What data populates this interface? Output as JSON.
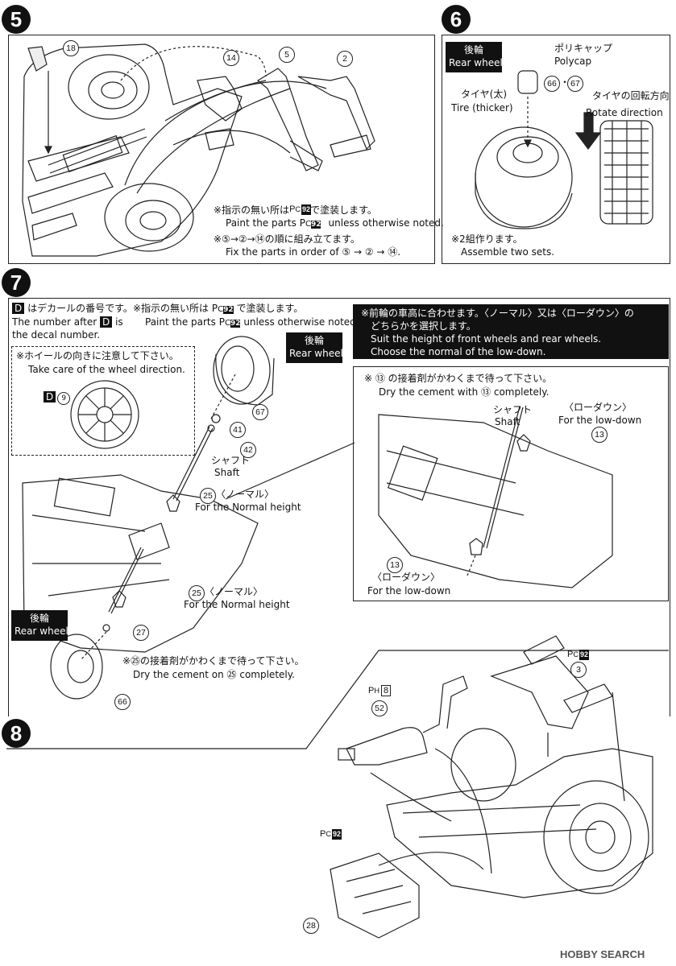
{
  "step5": {
    "number": "5",
    "parts": [
      "18",
      "14",
      "5",
      "2"
    ],
    "note1_jp": "※指示の無い所は",
    "note1_jp2": "で塗装します。",
    "note1_en": "Paint the parts",
    "note1_en2": "unless otherwise noted.",
    "note2_jp": "※⑤→②→⑭の順に組み立てます。",
    "note2_en": "Fix the parts in order of ⑤ → ② → ⑭."
  },
  "step6": {
    "number": "6",
    "rear_wheel_jp": "後輪",
    "rear_wheel_en": "Rear wheel",
    "polycap_jp": "ポリキャップ",
    "polycap_en": "Polycap",
    "parts": [
      "66",
      "67"
    ],
    "tire_jp": "タイヤ(太)",
    "tire_en": "Tire (thicker)",
    "rotate_jp": "タイヤの回転方向",
    "rotate_en": "Rotate direction",
    "sets_jp": "※2組作ります。",
    "sets_en": "Assemble two sets."
  },
  "step7": {
    "number": "7",
    "decal_badge": "D",
    "decal_jp": "はデカールの番号です。",
    "decal_en1": "The number after",
    "decal_en2": "is",
    "decal_en3": "the decal number.",
    "paint_jp": "※指示の無い所は",
    "paint_jp2": "で塗装します。",
    "paint_en": "Paint the parts",
    "paint_en2": "unless otherwise noted.",
    "wheel_dir_jp": "※ホイールの向きに注意して下さい。",
    "wheel_dir_en": "Take care of the wheel direction.",
    "decal_num": "9",
    "rear_wheel_jp": "後輪",
    "rear_wheel_en": "Rear wheel",
    "parts": [
      "67",
      "41",
      "42",
      "25",
      "27",
      "66"
    ],
    "shaft_jp": "シャフト",
    "shaft_en": "Shaft",
    "normal_jp": "〈ノーマル〉",
    "normal_en": "For the Normal height",
    "cement_jp": "※㉕の接着剤がかわくまで待って下さい。",
    "cement_en": "Dry the cement on ㉕ completely.",
    "height_box_jp1": "※前輪の車高に合わせます。〈ノーマル〉又は〈ローダウン〉の",
    "height_box_jp2": "どちらかを選択します。",
    "height_box_en1": "Suit the height of front wheels and rear wheels.",
    "height_box_en2": "Choose the normal of the low-down.",
    "detail_cement_jp": "※ ⑬ の接着剤がかわくまで待って下さい。",
    "detail_cement_en": "Dry the cement with ⑬ completely.",
    "detail_shaft_jp": "シャフト",
    "detail_shaft_en": "Shaft",
    "lowdown_jp": "〈ローダウン〉",
    "lowdown_en": "For the low-down",
    "detail_part": "13"
  },
  "step8": {
    "number": "8",
    "paint_ph": "P",
    "paint_ph_sub": "H",
    "paint_ph_num": "8",
    "paint_pc_sub": "C",
    "paint_pc_num": "92",
    "parts": [
      "3",
      "52",
      "28"
    ]
  },
  "paint_code": {
    "letter": "P",
    "sub": "C",
    "num": "92"
  },
  "watermark": "HOBBY SEARCH"
}
